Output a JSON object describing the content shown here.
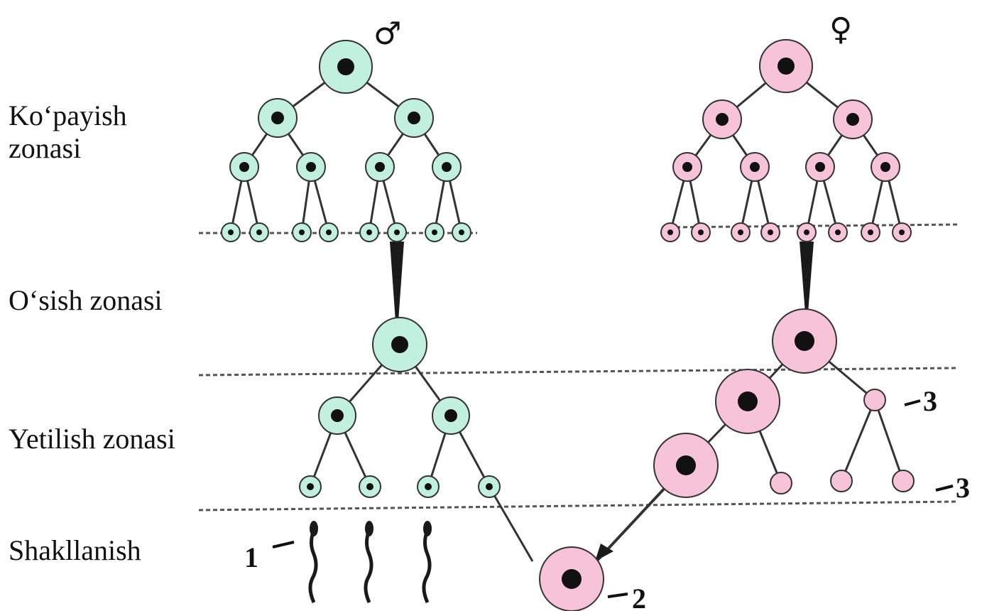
{
  "zones": {
    "kopayish_line1": "Ko‘payish",
    "kopayish_line2": "zonasi",
    "osish": "O‘sish zonasi",
    "yetilish": "Yetilish zonasi",
    "shakllanish": "Shakllanish"
  },
  "symbols": {
    "male": "♂",
    "female": "♀"
  },
  "markers": {
    "sperm": "1",
    "egg": "2",
    "polar_body_1": "3",
    "polar_body_2": "3"
  },
  "colors": {
    "male_cell": "#c2f0de",
    "female_cell": "#f7c3d6",
    "nucleus": "#111111",
    "stroke": "#333333",
    "zone_line": "#555555"
  }
}
